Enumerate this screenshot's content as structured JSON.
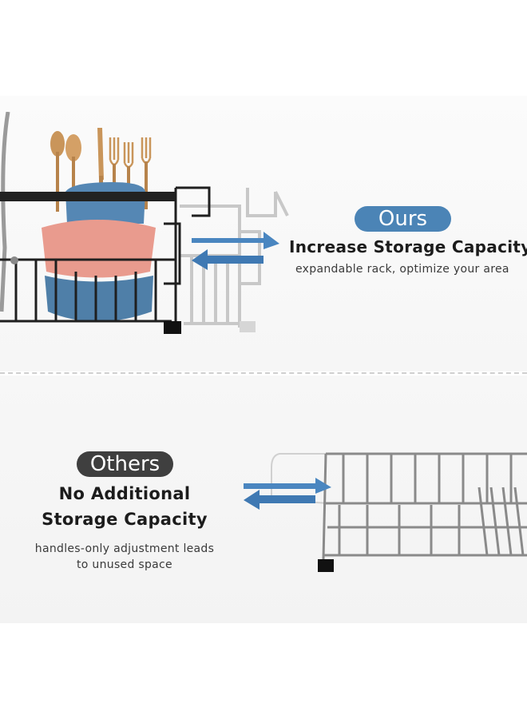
{
  "ours": {
    "badge": "Ours",
    "heading": "Increase Storage Capacity",
    "subtext": "expandable rack, optimize your area"
  },
  "others": {
    "badge": "Others",
    "heading_line1": "No Additional",
    "heading_line2": "Storage Capacity",
    "subtext_line1": "handles-only adjustment leads",
    "subtext_line2": "to unused space"
  },
  "colors": {
    "ours_accent": "#4b84b6",
    "others_accent": "#3f3f3f",
    "arrow_blue": "#4a86c0",
    "bowl_pink": "#e99b8e",
    "bowl_blue": "#4f7fa8",
    "cutlery_gold": "#c9955a"
  }
}
